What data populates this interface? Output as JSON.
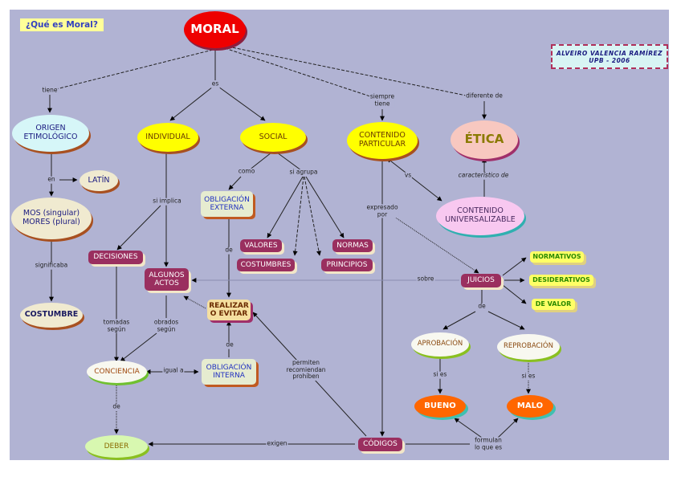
{
  "title": "¿Qué es Moral?",
  "author": {
    "line1": "ALVEIRO VALENCIA RAMÍREZ",
    "line2": "UPB - 2006"
  },
  "nodes": {
    "moral": "MORAL",
    "origen": "ORIGEN\nETIMOLÓGICO",
    "latin": "LATÍN",
    "mos": "MOS (singular)\nMORES (plural)",
    "costumbre": "COSTUMBRE",
    "individual": "INDIVIDUAL",
    "social": "SOCIAL",
    "contenido_particular": "CONTENIDO\nPARTICULAR",
    "etica": "ÉTICA",
    "contenido_universalizable": "CONTENIDO\nUNIVERSALIZABLE",
    "obligacion_externa": "OBLIGACIÓN\nEXTERNA",
    "valores": "VALORES",
    "costumbres": "COSTUMBRES",
    "normas": "NORMAS",
    "principios": "PRINCIPIOS",
    "decisiones": "DECISIONES",
    "algunos_actos": "ALGUNOS\nACTOS",
    "realizar": "REALIZAR\nO EVITAR",
    "conciencia": "CONCIENCIA",
    "obligacion_interna": "OBLIGACIÓN\nINTERNA",
    "deber": "DEBER",
    "codigos": "CÓDIGOS",
    "juicios": "JUICIOS",
    "normativos": "NORMATIVOS",
    "desiderativos": "DESIDERATIVOS",
    "de_valor": "DE VALOR",
    "aprobacion": "APROBACIÓN",
    "reprobacion": "REPROBACIÓN",
    "bueno": "BUENO",
    "malo": "MALO"
  },
  "link_labels": {
    "tiene": "tiene",
    "es": "es",
    "siempre_tiene": "siempre\ntiene",
    "diferente_de": "diferente de",
    "en": "en",
    "significa": "significaba",
    "si_implica": "si implica",
    "como": "como",
    "si_agrupa": "si agrupa",
    "vs": "vs",
    "caracteristico_de": "característico de",
    "expresado_por": "expresado\npor",
    "de1": "de",
    "sobre": "sobre",
    "de_juicios": "de",
    "tomadas_segun": "tomadas\nsegún",
    "obrados_segun": "obrados\nsegún",
    "de2": "de",
    "igual_a": "igual a",
    "permiten": "permiten\nrecomiendan\nprohíben",
    "si_es1": "si es",
    "si_es2": "si es",
    "de3": "de",
    "exigen": "exigen",
    "formulan": "formulan\nlo que es"
  },
  "colors": {
    "background": "#b1b3d3",
    "moral": "#ee0000",
    "purple_box": "#9a2f5f",
    "yellow_ellipse": "#ffff00",
    "orange": "#ff6600"
  }
}
